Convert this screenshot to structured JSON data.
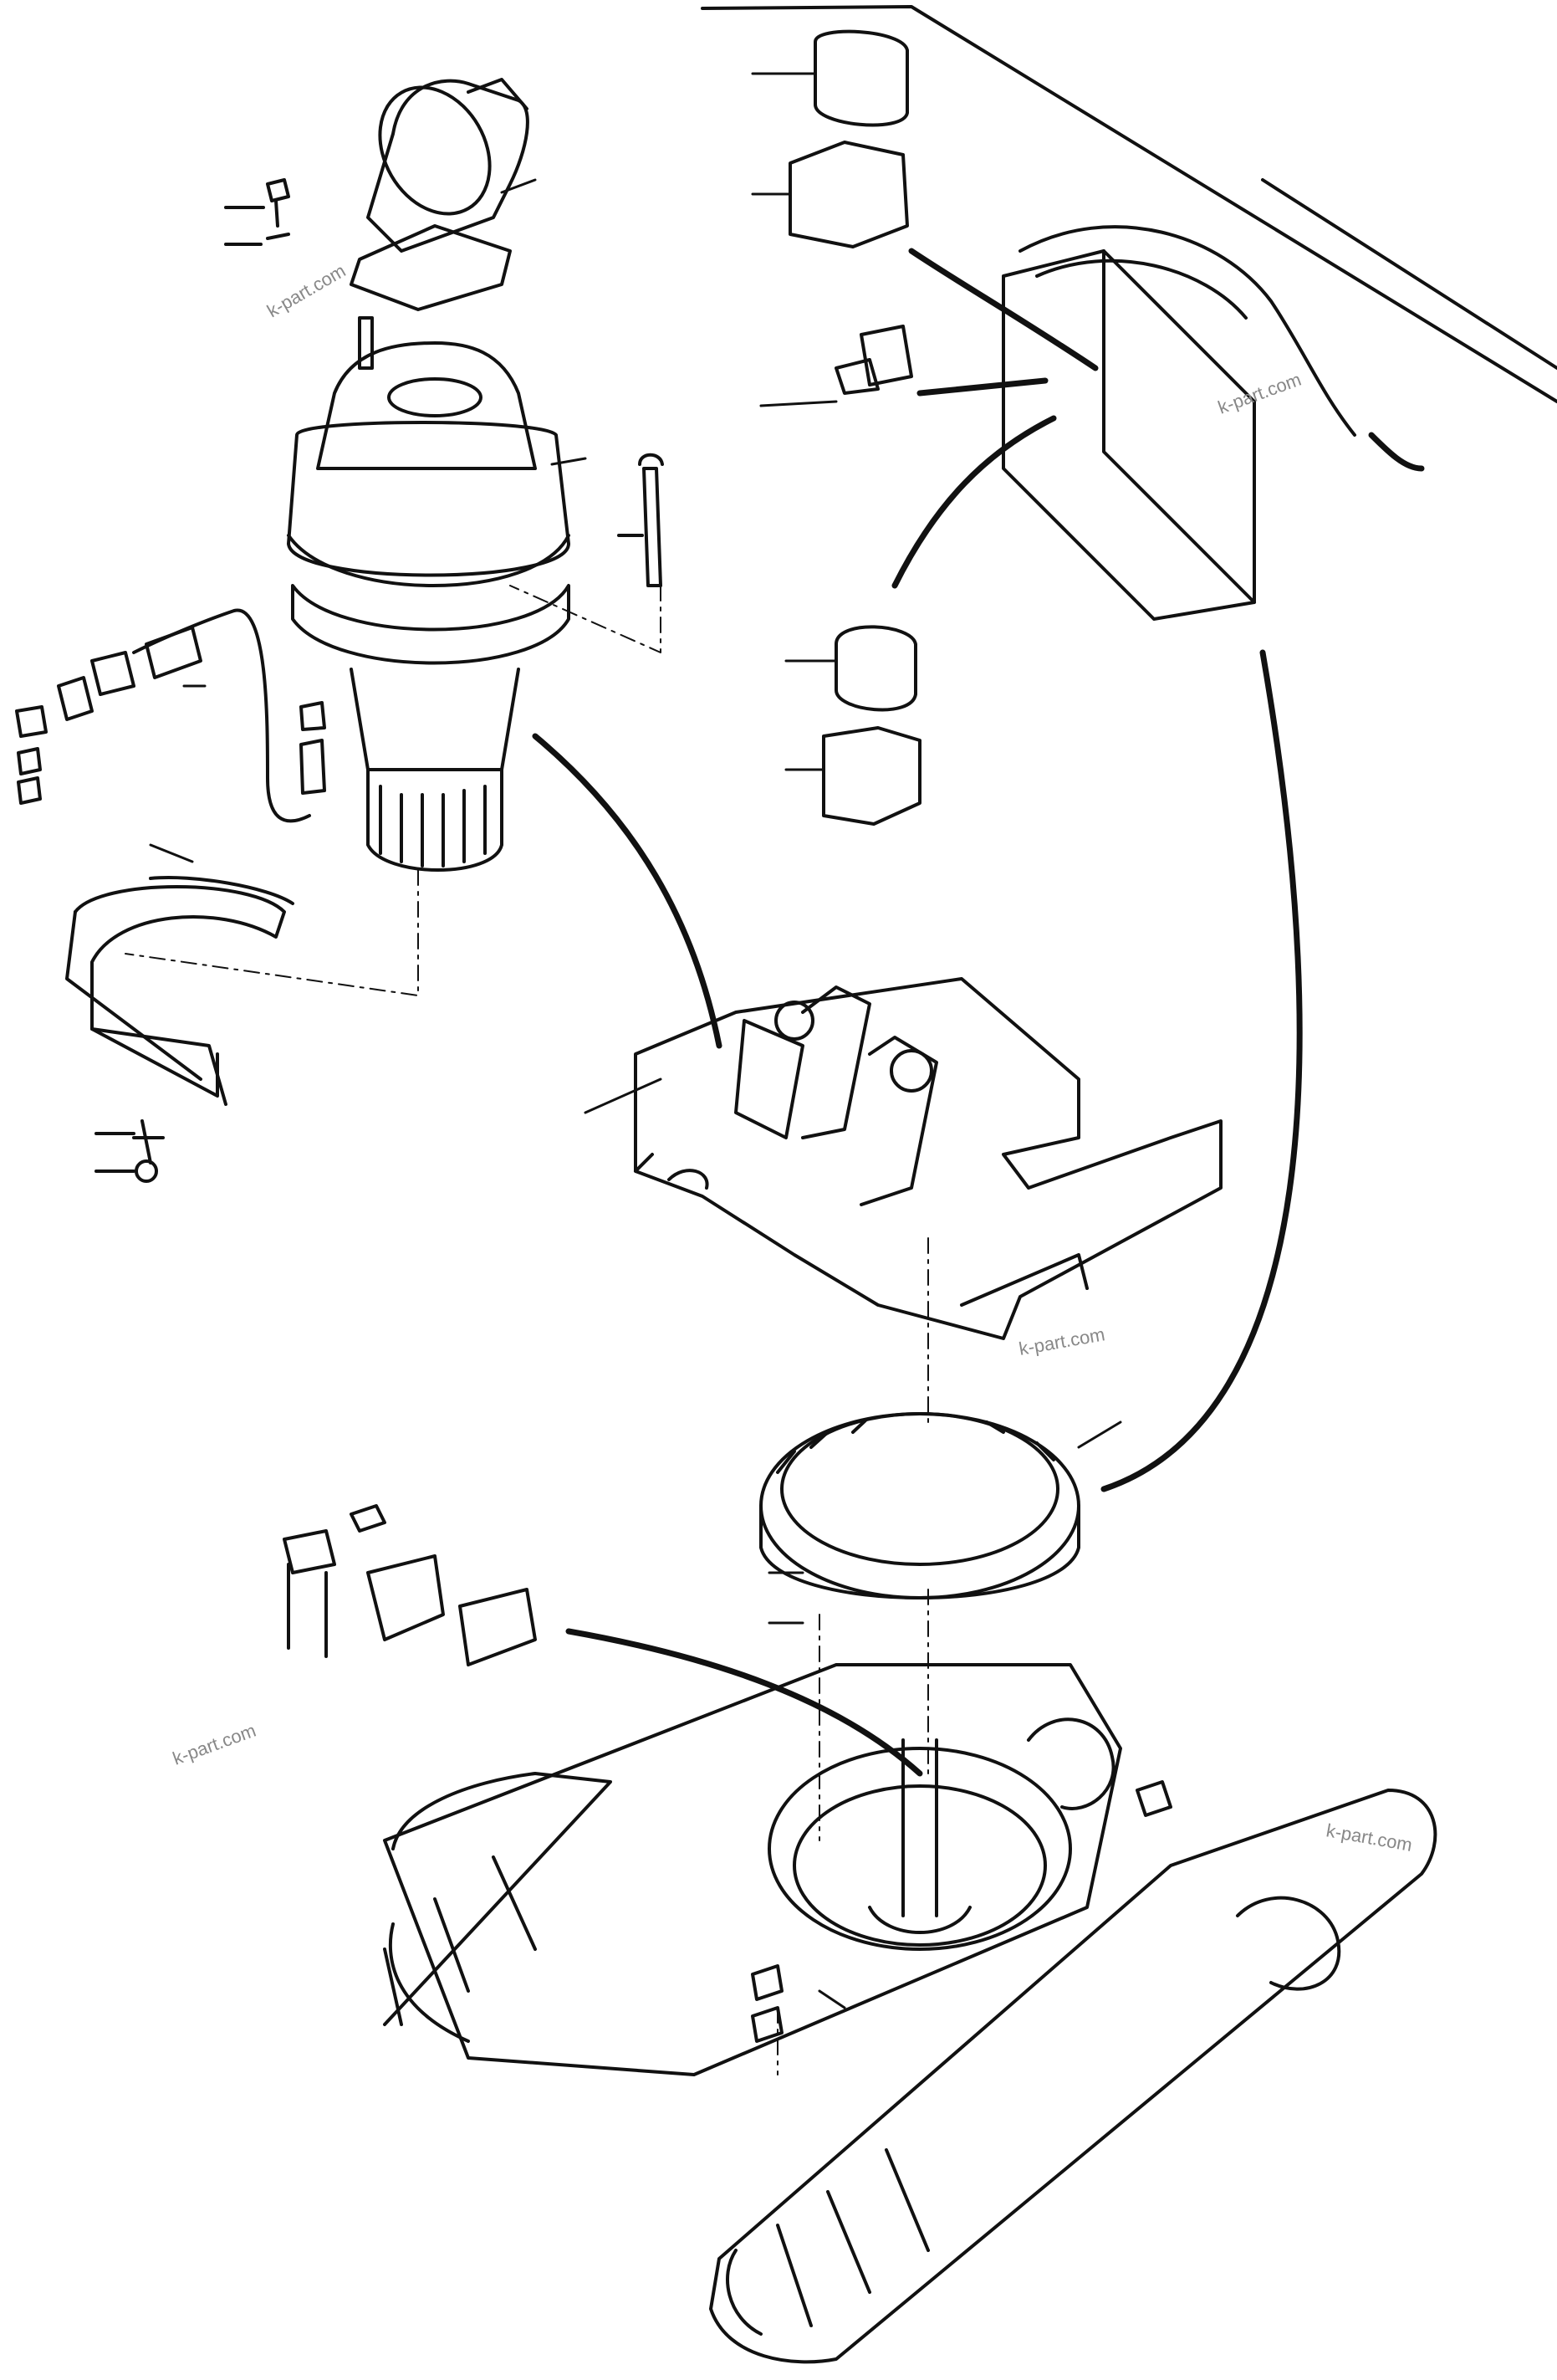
{
  "diagram": {
    "watermarks": [
      "k-part.com",
      "k-part.com",
      "k-part.com",
      "k-part.com",
      "k-part.com"
    ]
  },
  "colors": {
    "ink": "#111111",
    "background": "#ffffff",
    "watermark": "#888888"
  }
}
